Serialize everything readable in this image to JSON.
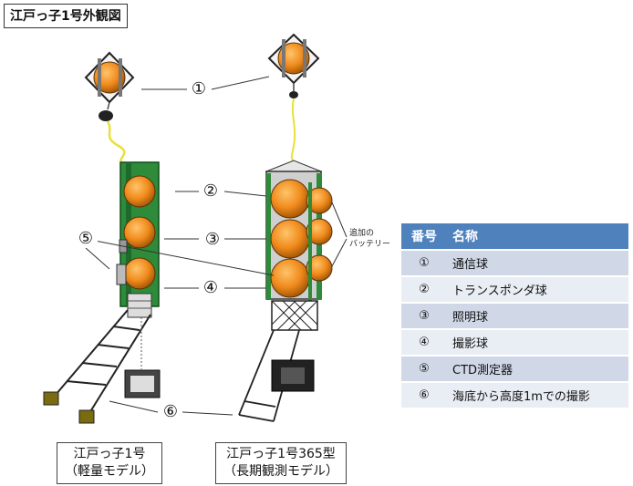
{
  "title": "江戸っ子1号外観図",
  "markers": [
    "①",
    "②",
    "③",
    "④",
    "⑤",
    "⑥"
  ],
  "callout": {
    "line1": "追加の",
    "line2": "バッテリー"
  },
  "captions": {
    "left_line1": "江戸っ子1号",
    "left_line2": "（軽量モデル）",
    "right_line1": "江戸っ子1号365型",
    "right_line2": "（長期観測モデル）"
  },
  "legend": {
    "header_number": "番号",
    "header_name": "名称",
    "rows": [
      {
        "number": "①",
        "name": "通信球"
      },
      {
        "number": "②",
        "name": "トランスポンダ球"
      },
      {
        "number": "③",
        "name": "照明球"
      },
      {
        "number": "④",
        "name": "撮影球"
      },
      {
        "number": "⑤",
        "name": "CTD測定器"
      },
      {
        "number": "⑥",
        "name": "海底から高度1mでの撮影"
      }
    ]
  },
  "colors": {
    "sphere": "#f08a1c",
    "frame": "#2e8b3a",
    "header": "#4f81bd",
    "row_odd": "#d0d8e8",
    "row_even": "#e9edf4",
    "tether": "#e8e03a"
  }
}
